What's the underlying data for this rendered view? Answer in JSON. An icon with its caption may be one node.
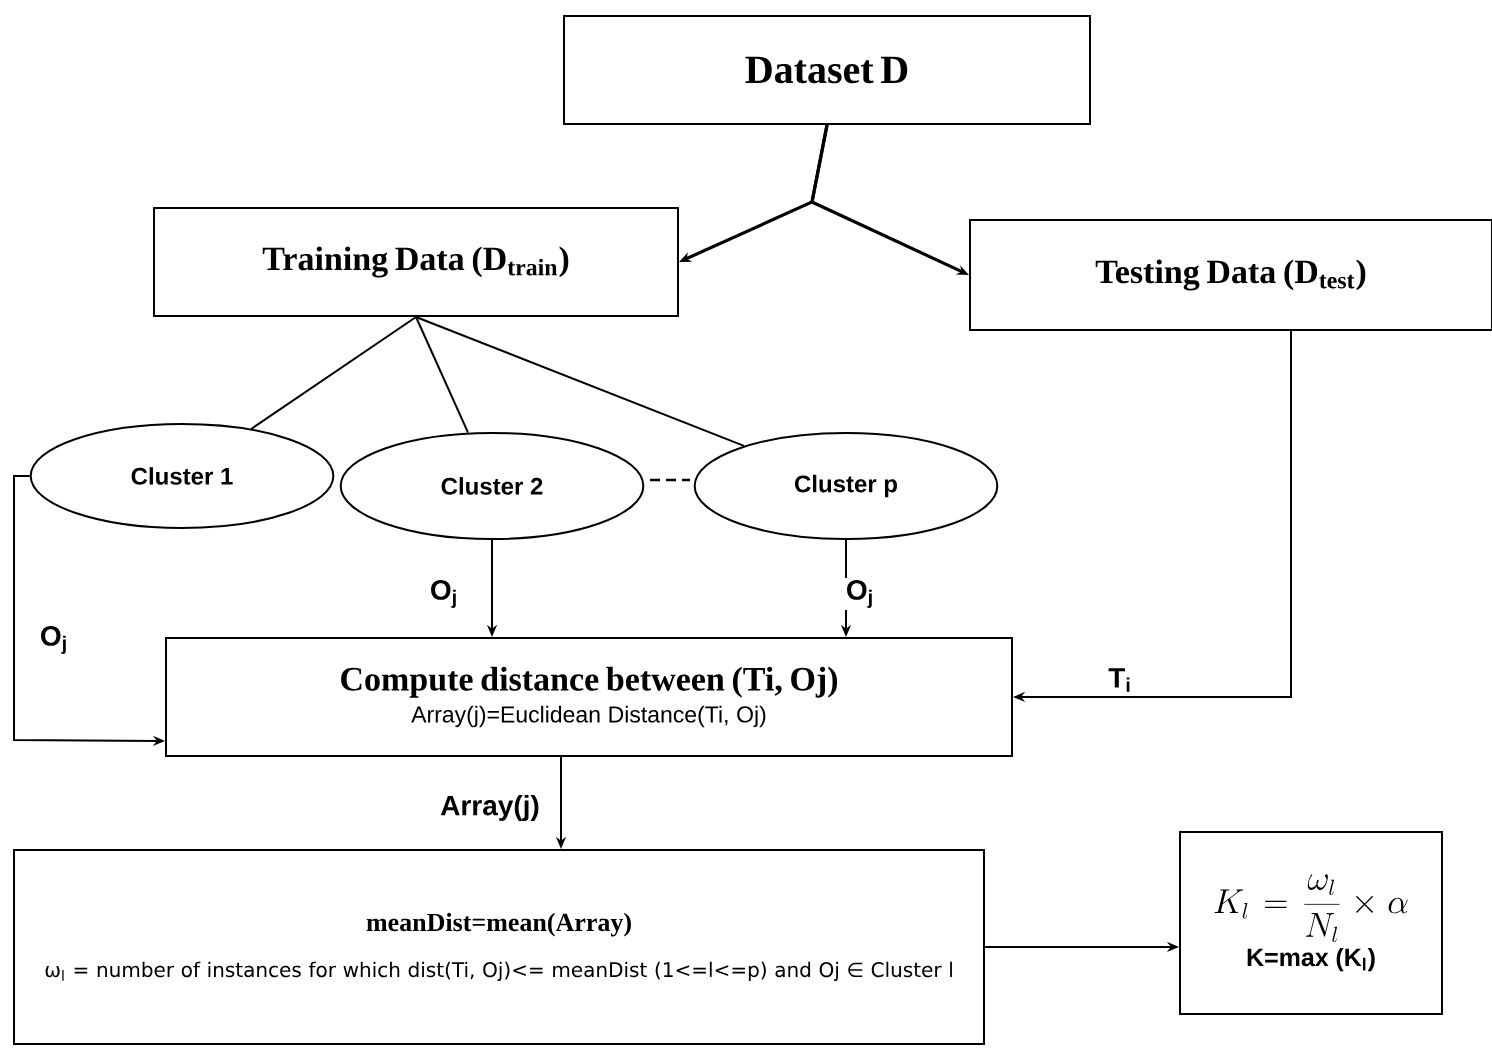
{
  "diagram": {
    "nodes": [
      {
        "text": [
          "Dataset D"
        ]
      },
      {
        "text": [
          "Training Data (D$_{train}$)"
        ]
      },
      {
        "text": [
          "Testing Data (D$_{test}$)"
        ]
      },
      {
        "text": [
          "Cluster 1"
        ]
      },
      {
        "text": [
          "Cluster 2"
        ]
      },
      {
        "text": [
          "Cluster p"
        ]
      },
      {
        "text": [
          "Compute distance between (Ti, Oj)",
          "Array(j)=Euclidean Distance(Ti, Oj)"
        ]
      },
      {
        "text": [
          "meanDist=mean(Array)",
          "ω$_{l}$ = number of instances for which dist(Ti, Oj)<= meanDist (1<=l<=p) and Oj ∈ Cluster l"
        ]
      },
      {
        "text": [
          "K_{l}=\\frac{\\omega_{l}}{N_{l}}\\times\\alpha",
          "K=max (K$_{l}$)"
        ]
      }
    ],
    "edges": [
      {
        "from": 0,
        "to": 1,
        "arrow": "to"
      },
      {
        "from": 0,
        "to": 2,
        "arrow": "to"
      },
      {
        "from": 1,
        "to": 3,
        "arrow": "none"
      },
      {
        "from": 1,
        "to": 4,
        "arrow": "none"
      },
      {
        "from": 1,
        "to": 5,
        "arrow": "none"
      },
      {
        "from": 3,
        "to": 6,
        "arrow": "to",
        "label": "O$_{j}$"
      },
      {
        "from": 4,
        "to": 6,
        "arrow": "to",
        "label": "O$_{j}$"
      },
      {
        "from": 5,
        "to": 6,
        "arrow": "to",
        "label": "O$_{j}$"
      },
      {
        "from": 2,
        "to": 6,
        "arrow": "to",
        "label": "T$_{i}$"
      },
      {
        "from": 6,
        "to": 7,
        "arrow": "to",
        "label": "Array(j)"
      },
      {
        "from": 7,
        "to": 8,
        "arrow": "to"
      }
    ]
  }
}
